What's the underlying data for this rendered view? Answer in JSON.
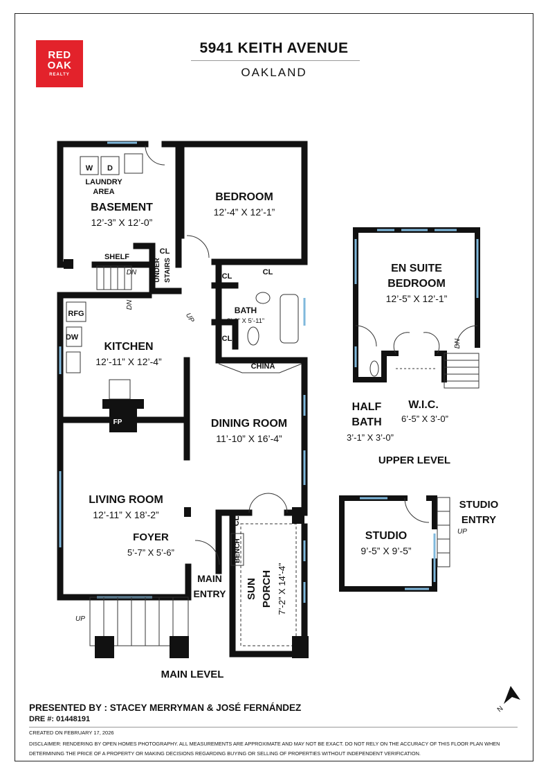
{
  "header": {
    "logo_line1": "RED",
    "logo_line2": "OAK",
    "logo_line3": "REALTY",
    "address": "5941 KEITH AVENUE",
    "city": "OAKLAND"
  },
  "main_level": {
    "label": "MAIN LEVEL",
    "basement": {
      "name": "BASEMENT",
      "dims": "12’-3” X 12’-0”"
    },
    "laundry_line1": "LAUNDRY",
    "laundry_line2": "AREA",
    "washer": "W",
    "dryer": "D",
    "shelf": "SHELF",
    "dn1": "DN",
    "dn2": "DN",
    "up_stairs": "UP",
    "closet_cl": "CL",
    "under_stairs_line1": "UNDER",
    "under_stairs_line2": "STAIRS",
    "bedroom": {
      "name": "BEDROOM",
      "dims": "12’-4” X 12’-1”"
    },
    "bedroom_cl1": "CL",
    "bedroom_cl2": "CL",
    "bath": {
      "name": "BATH",
      "dims": "8’-3” X 5’-11”"
    },
    "bath_cl": "CL",
    "rfg": "RFG",
    "dw": "DW",
    "kitchen": {
      "name": "KITCHEN",
      "dims": "12’-11” X 12’-4”"
    },
    "china": "CHINA",
    "fp": "FP",
    "dining": {
      "name": "DINING ROOM",
      "dims": "11’-10” X 16’-4”"
    },
    "living": {
      "name": "LIVING ROOM",
      "dims": "12’-11” X 18’-2”"
    },
    "foyer": {
      "name": "FOYER",
      "dims": "5’-7” X 5’-6”"
    },
    "foyer_cl": "CL",
    "bench": "BENCH",
    "main_entry_line1": "MAIN",
    "main_entry_line2": "ENTRY",
    "sun_porch_line1": "SUN",
    "sun_porch_line2": "PORCH",
    "sun_porch_dims": "7’-2” X 14’-4”",
    "up_front": "UP"
  },
  "upper_level": {
    "label": "UPPER LEVEL",
    "suite_line1": "EN SUITE",
    "suite_line2": "BEDROOM",
    "suite_dims": "12’-5” X 12’-1”",
    "dn": "DN",
    "half_bath_line1": "HALF",
    "half_bath_line2": "BATH",
    "half_bath_dims": "3’-1” X 3’-0”",
    "wic": "W.I.C.",
    "wic_dims": "6’-5” X 3’-0”"
  },
  "studio": {
    "name": "STUDIO",
    "dims": "9’-5” X 9’-5”",
    "entry_line1": "STUDIO",
    "entry_line2": "ENTRY",
    "up": "UP"
  },
  "compass": {
    "label": "N"
  },
  "footer": {
    "presented_by": "PRESENTED BY : STACEY MERRYMAN & JOSÉ FERNÁNDEZ",
    "dre": "DRE #: 01448191",
    "created": "CREATED ON FEBRUARY 17, 2026",
    "disclaimer": "DISCLAIMER: RENDERING BY OPEN HOMES PHOTOGRAPHY. ALL MEASUREMENTS ARE APPROXIMATE AND MAY NOT BE EXACT. DO NOT RELY ON THE ACCURACY OF THIS FLOOR PLAN WHEN DETERMINING THE PRICE OF A PROPERTY OR MAKING DECISIONS REGARDING BUYING OR SELLING OF PROPERTIES WITHOUT INDEPENDENT VERIFICATION."
  },
  "colors": {
    "wall": "#111111",
    "window": "#7fb8dc",
    "brand_red": "#e3222b"
  }
}
